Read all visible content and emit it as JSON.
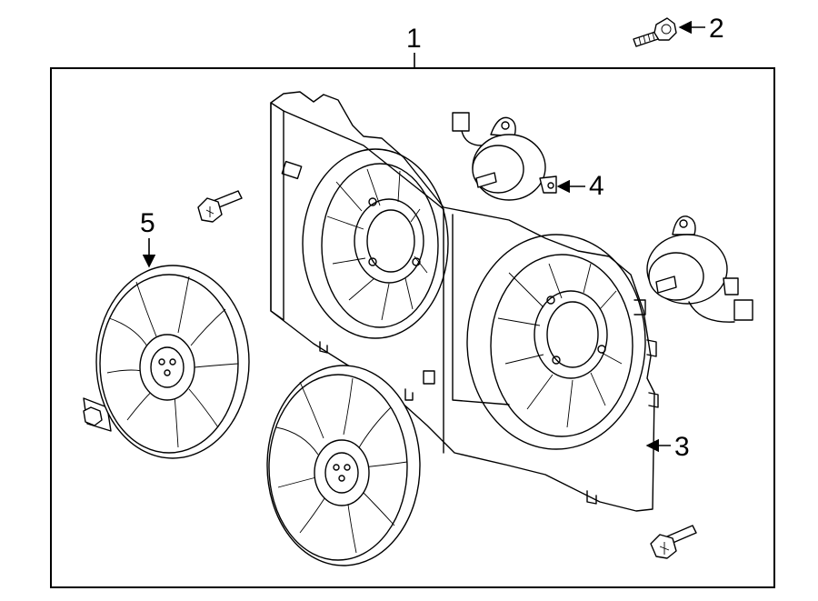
{
  "callouts": {
    "c1": "1",
    "c2": "2",
    "c3": "3",
    "c4": "4",
    "c5": "5"
  },
  "parts": [
    {
      "callout": "1",
      "icon": "fan-assembly-icon"
    },
    {
      "callout": "2",
      "icon": "bolt-icon"
    },
    {
      "callout": "3",
      "icon": "fan-shroud-icon"
    },
    {
      "callout": "4",
      "icon": "fan-motor-icon"
    },
    {
      "callout": "5",
      "icon": "fan-blade-icon"
    }
  ]
}
